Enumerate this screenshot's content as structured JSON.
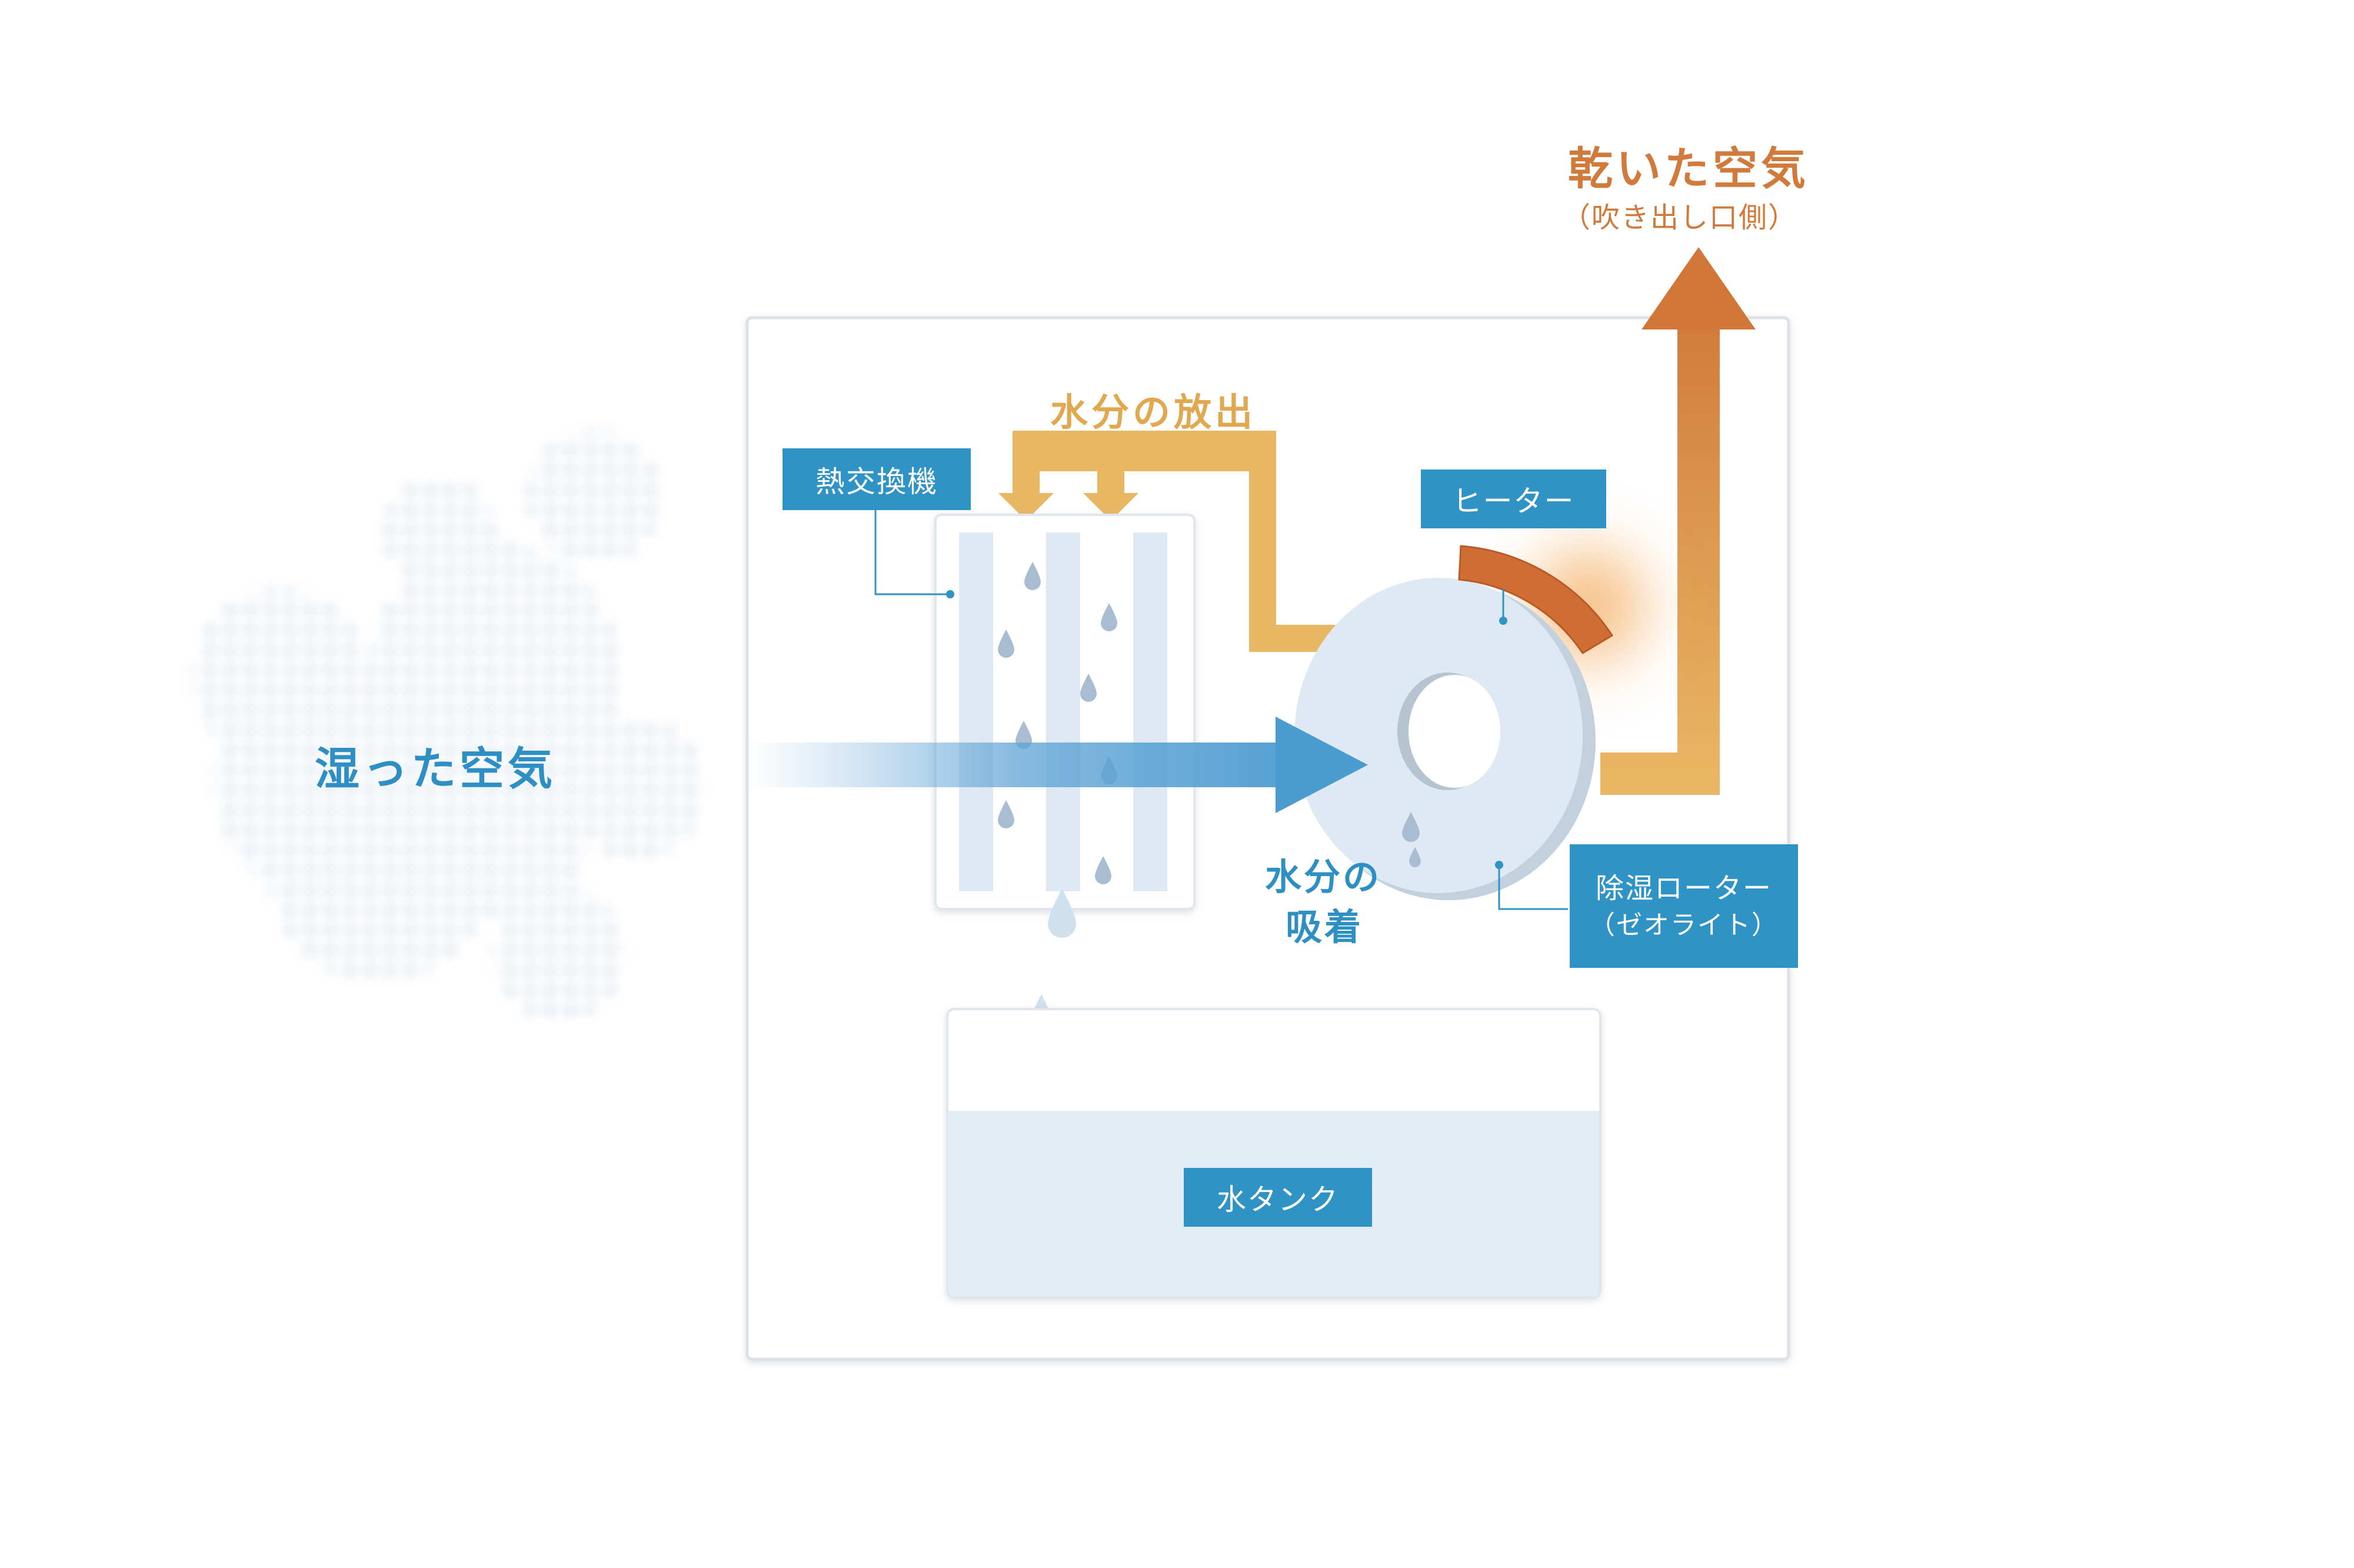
{
  "labels": {
    "humid_air": "湿った空気",
    "dry_air": "乾いた空気",
    "dry_air_sub": "（吹き出し口側）",
    "moisture_release": "水分の放出",
    "moisture_adsorb_1": "水分の",
    "moisture_adsorb_2": "吸着",
    "heat_exchanger": "熱交換機",
    "heater": "ヒーター",
    "rotor_1": "除湿ローター",
    "rotor_2": "（ゼオライト）",
    "water_tank": "水タンク"
  },
  "colors": {
    "label_bg": "#2f93c6",
    "humid_text": "#2e8fc4",
    "release_orange": "#e9b764",
    "dry_orange": "#d07b3b",
    "heater_orange": "#cd6b33",
    "rotor_fill": "#dfe9f3",
    "air_blue": "#4f9fd0"
  }
}
